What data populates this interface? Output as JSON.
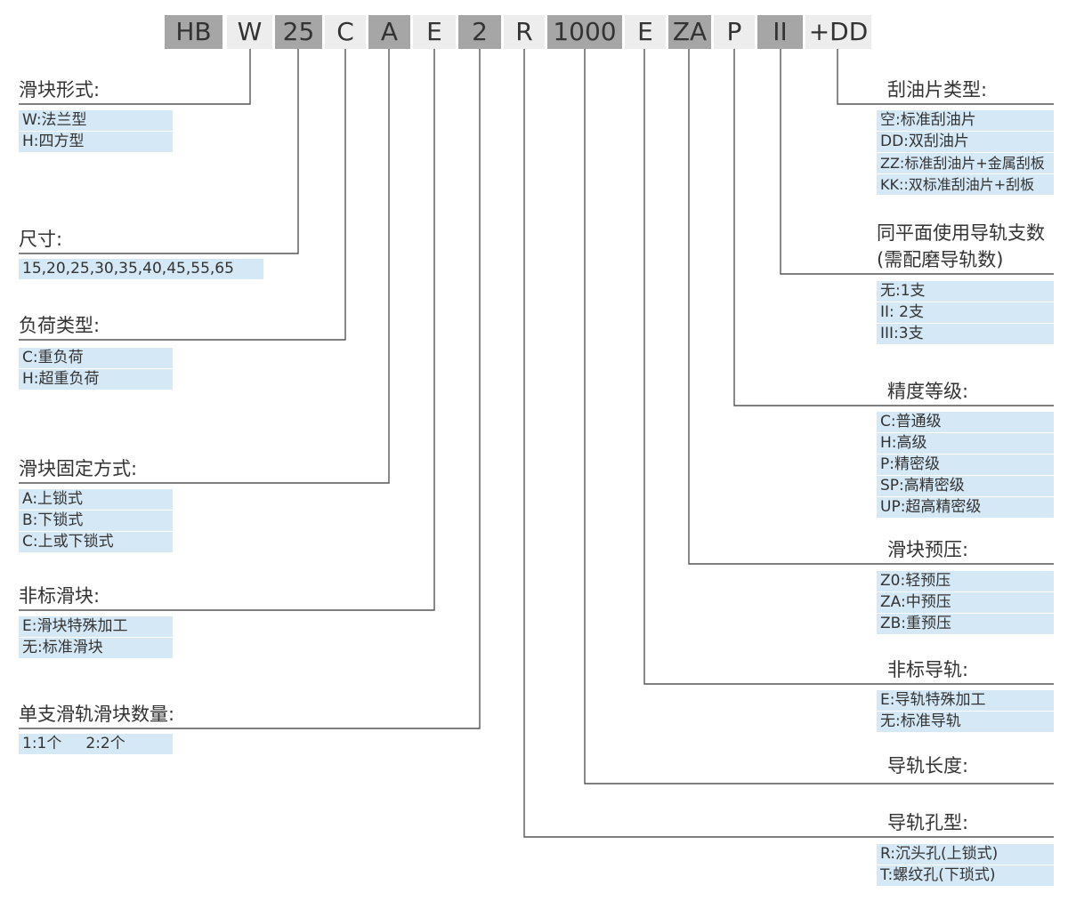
{
  "code_segments": [
    "HB",
    "W",
    "25",
    "C",
    "A",
    "E",
    "2",
    "R",
    "1000",
    "E",
    "ZA",
    "P",
    "II",
    "+DD"
  ],
  "left_groups": {
    "block_form": {
      "title": "滑块形式:",
      "options": [
        "W:法兰型",
        "H:四方型"
      ]
    },
    "size": {
      "title": "尺寸:",
      "options": [
        "15,20,25,30,35,40,45,55,65"
      ]
    },
    "load_type": {
      "title": "负荷类型:",
      "options": [
        "C:重负荷",
        "H:超重负荷"
      ]
    },
    "fix_method": {
      "title": "滑块固定方式:",
      "options": [
        "A:上锁式",
        "B:下锁式",
        "C:上或下锁式"
      ]
    },
    "nonstd_block": {
      "title": "非标滑块:",
      "options": [
        "E:滑块特殊加工",
        "无:标准滑块"
      ]
    },
    "block_qty": {
      "title": "单支滑轨滑块数量:",
      "options": [
        "1:1个     2:2个"
      ]
    }
  },
  "right_groups": {
    "wiper_type": {
      "title": "刮油片类型:",
      "options": [
        "空:标准刮油片",
        "DD:双刮油片",
        "ZZ:标准刮油片+金属刮板",
        "KK::双标准刮油片+刮板"
      ]
    },
    "rail_count": {
      "title": "同平面使用导轨支数",
      "subtitle": "(需配磨导轨数)",
      "options": [
        "无:1支",
        "II: 2支",
        "III:3支"
      ]
    },
    "precision": {
      "title": "精度等级:",
      "options": [
        "C:普通级",
        "H:高级",
        "P:精密级",
        "SP:高精密级",
        "UP:超高精密级"
      ]
    },
    "preload": {
      "title": "滑块预压:",
      "options": [
        "Z0:轻预压",
        "ZA:中预压",
        "ZB:重预压"
      ]
    },
    "nonstd_rail": {
      "title": "非标导轨:",
      "options": [
        "E:导轨特殊加工",
        "无:标准导轨"
      ]
    },
    "rail_length": {
      "title": "导轨长度:"
    },
    "rail_hole": {
      "title": "导轨孔型:",
      "options": [
        "R:沉头孔(上锁式)",
        "T:螺纹孔(下琐式)"
      ]
    }
  },
  "colors": {
    "dark_box": "#a6a6a6",
    "light_box": "#ededed",
    "option_bg": "#d4e8f6",
    "line": "#555555",
    "text": "#333333"
  }
}
